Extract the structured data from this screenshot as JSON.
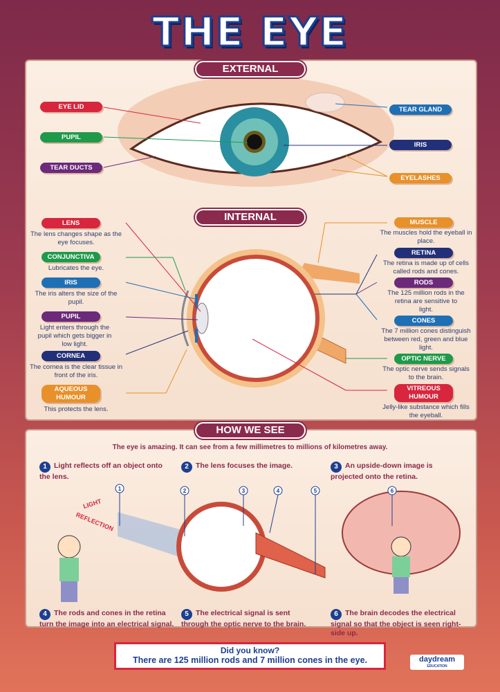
{
  "title": "THE EYE",
  "external": {
    "header": "EXTERNAL",
    "left": [
      {
        "label": "EYE LID",
        "color": "#d7263d"
      },
      {
        "label": "PUPIL",
        "color": "#1e9a4a"
      },
      {
        "label": "TEAR DUCTS",
        "color": "#6b2a7a"
      }
    ],
    "right": [
      {
        "label": "TEAR GLAND",
        "color": "#1f6fb5"
      },
      {
        "label": "IRIS",
        "color": "#22307a"
      },
      {
        "label": "EYELASHES",
        "color": "#e8902a"
      }
    ]
  },
  "internal": {
    "header": "INTERNAL",
    "left": [
      {
        "label": "LENS",
        "desc": "The lens changes shape as the eye focuses.",
        "color": "#d7263d"
      },
      {
        "label": "CONJUNCTIVA",
        "desc": "Lubricates the eye.",
        "color": "#1e9a4a"
      },
      {
        "label": "IRIS",
        "desc": "The iris alters the size of the pupil.",
        "color": "#1f6fb5"
      },
      {
        "label": "PUPIL",
        "desc": "Light enters through the pupil which gets bigger in low light.",
        "color": "#6b2a7a"
      },
      {
        "label": "CORNEA",
        "desc": "The cornea is the clear tissue in front of the iris.",
        "color": "#22307a"
      },
      {
        "label": "AQUEOUS HUMOUR",
        "desc": "This protects the lens.",
        "color": "#e8902a"
      }
    ],
    "right": [
      {
        "label": "MUSCLE",
        "desc": "The muscles hold the eyeball in place.",
        "color": "#e8902a"
      },
      {
        "label": "RETINA",
        "desc": "The retina is made up of cells called rods and cones.",
        "color": "#22307a"
      },
      {
        "label": "RODS",
        "desc": "The 125 million rods in the retina are sensitive to light.",
        "color": "#6b2a7a"
      },
      {
        "label": "CONES",
        "desc": "The 7 million cones distinguish between red, green and blue light.",
        "color": "#1f6fb5"
      },
      {
        "label": "OPTIC NERVE",
        "desc": "The optic nerve sends signals to the brain.",
        "color": "#1e9a4a"
      },
      {
        "label": "VITREOUS HUMOUR",
        "desc": "Jelly-like substance which fills the eyeball.",
        "color": "#d7263d"
      }
    ]
  },
  "how": {
    "header": "HOW WE SEE",
    "intro": "The eye is amazing. It can see from a few millimetres to millions of kilometres away.",
    "steps": [
      {
        "n": "1",
        "text": "Light reflects off an object onto the lens."
      },
      {
        "n": "2",
        "text": "The lens focuses the image."
      },
      {
        "n": "3",
        "text": "An upside-down image is projected onto the retina."
      },
      {
        "n": "4",
        "text": "The rods and cones in the retina turn the image into an electrical signal."
      },
      {
        "n": "5",
        "text": "The electrical signal is sent through the optic nerve to the brain."
      },
      {
        "n": "6",
        "text": "The brain decodes the electrical signal so that the object is seen right-side up."
      }
    ],
    "diagram_labels": {
      "light": "LIGHT",
      "reflection": "REFLECTION",
      "markers": [
        "1",
        "2",
        "3",
        "4",
        "5",
        "6"
      ]
    }
  },
  "fact": {
    "heading": "Did you know?",
    "text": "There are 125 million rods and 7 million cones in the eye."
  },
  "logo": {
    "text": "daydream",
    "sub": "EDUCATION"
  }
}
